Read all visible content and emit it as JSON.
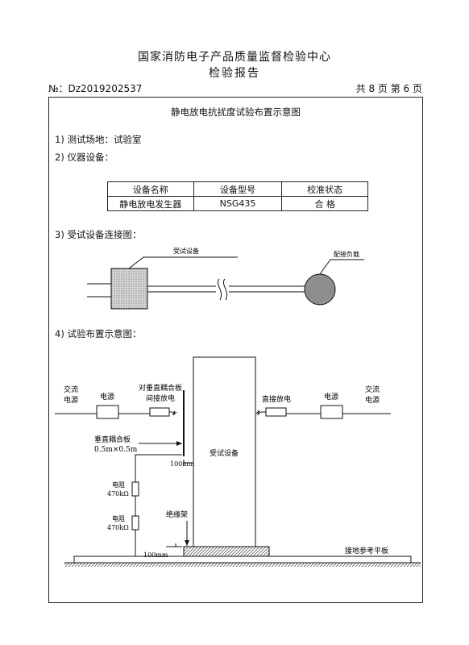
{
  "header": {
    "org_name": "国家消防电子产品质量监督检验中心",
    "report_title": "检验报告",
    "report_no": "№：Dz2019202537",
    "pages": "共 8 页   第 6 页"
  },
  "section": {
    "title": "静电放电抗扰度试验布置示意图",
    "item1": "1)  测试场地：试验室",
    "item2": "2)  仪器设备：",
    "item3": "3)  受试设备连接图：",
    "item4": "4)  试验布置示意图："
  },
  "equipment_table": {
    "headers": [
      "设备名称",
      "设备型号",
      "校准状态"
    ],
    "rows": [
      [
        "静电放电发生器",
        "NSG435",
        "合 格"
      ]
    ]
  },
  "connection_diagram": {
    "eut_label": "受试设备",
    "load_label": "配接负载"
  },
  "layout_diagram": {
    "ac_power_left": [
      "交流",
      "电源"
    ],
    "power_left": "电源",
    "vcp_indirect": [
      "对垂直耦合板",
      "间接放电"
    ],
    "vcp_label": [
      "垂直耦合板",
      "0.5m×0.5m"
    ],
    "dist_100mm_a": "100mm",
    "eut": "受试设备",
    "resistor1": [
      "电阻",
      "470kΩ"
    ],
    "resistor2": [
      "电阻",
      "470kΩ"
    ],
    "insulation_stand": "绝缘架",
    "dist_100mm_b": "100mm",
    "ground_plane": "接地参考平板",
    "direct_discharge": "直接放电",
    "power_right": "电源",
    "ac_power_right": [
      "交流",
      "电源"
    ]
  }
}
